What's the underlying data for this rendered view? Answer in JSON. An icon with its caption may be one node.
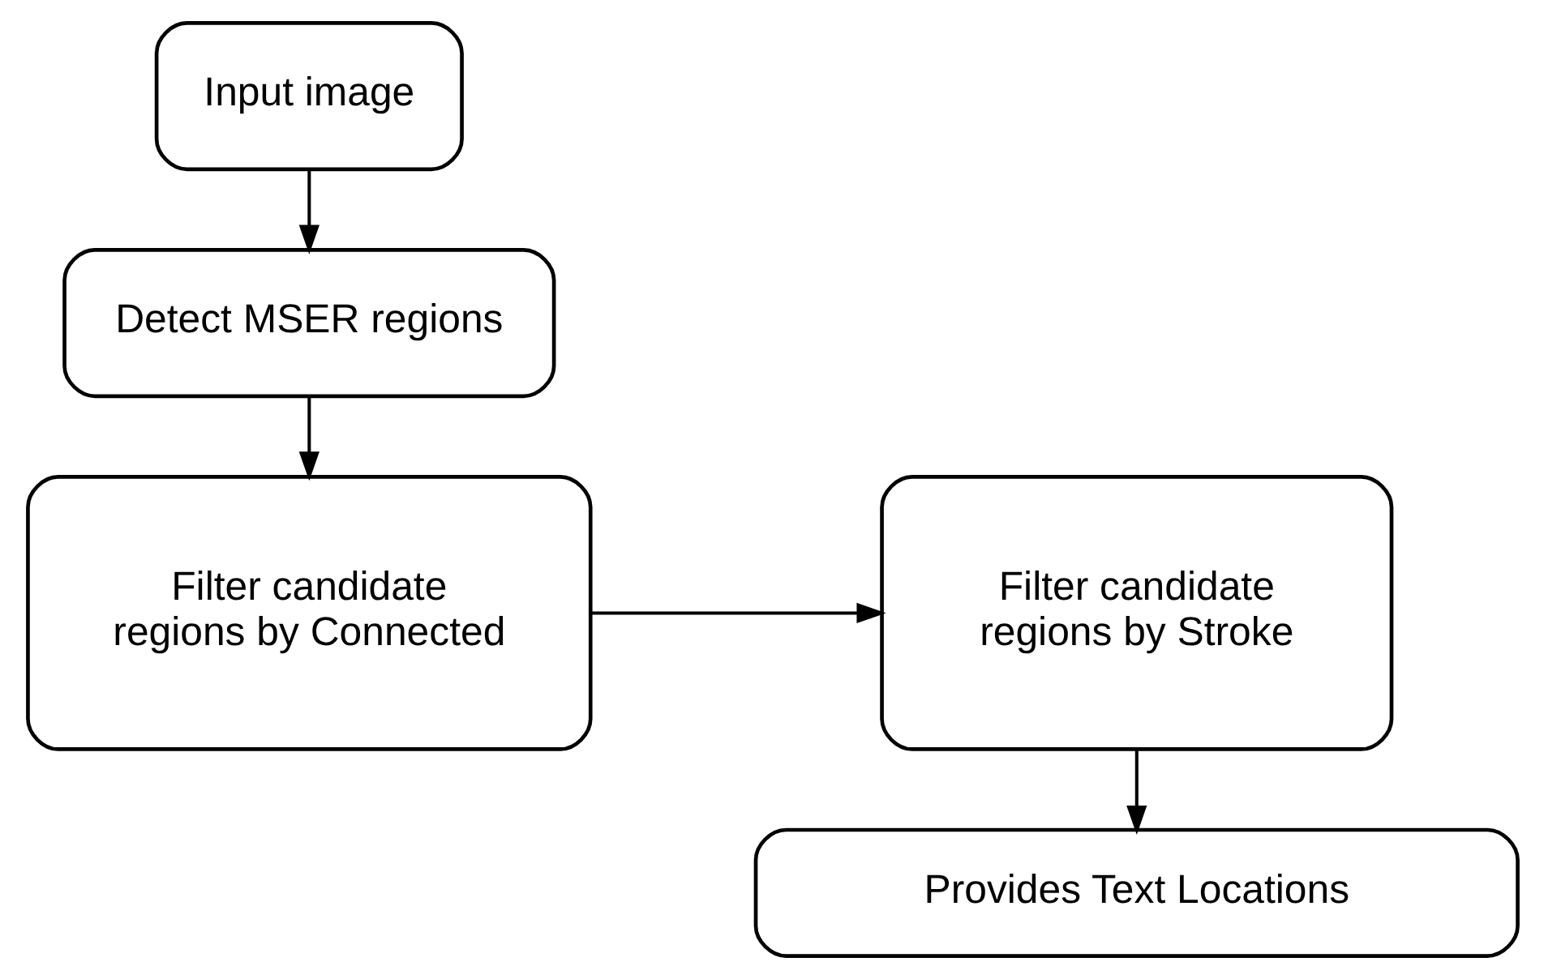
{
  "diagram": {
    "nodes": [
      {
        "text": [
          "Input image"
        ]
      },
      {
        "text": [
          "Detect MSER regions"
        ]
      },
      {
        "text": [
          "Filter candidate regions by Connected"
        ]
      },
      {
        "text": [
          "Filter candidate regions by Stroke"
        ]
      },
      {
        "text": [
          "Provides Text Locations"
        ]
      }
    ],
    "edges": [
      {
        "from": 0,
        "to": 1,
        "arrow": "to"
      },
      {
        "from": 1,
        "to": 2,
        "arrow": "to"
      },
      {
        "from": 2,
        "to": 3,
        "arrow": "to"
      },
      {
        "from": 3,
        "to": 4,
        "arrow": "to"
      }
    ]
  }
}
